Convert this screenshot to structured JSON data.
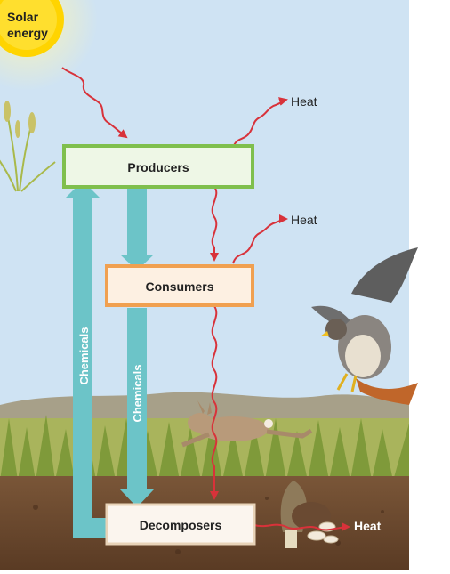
{
  "labels": {
    "solar_line1": "Solar",
    "solar_line2": "energy",
    "heat_1": "Heat",
    "heat_2": "Heat",
    "heat_3": "Heat",
    "producers": "Producers",
    "consumers": "Consumers",
    "decomposers": "Decomposers",
    "chemicals_1": "Chemicals",
    "chemicals_2": "Chemicals"
  },
  "colors": {
    "sky": "#cfe3f3",
    "sun": "#ffd400",
    "energy_arrow": "#d8323a",
    "chemical_arrow": "#6cc4c8",
    "producers_border": "#7fbf4d",
    "producers_fill": "#eef7e6",
    "consumers_border": "#f0a050",
    "consumers_fill": "#fdf0e2",
    "decomposers_border": "#e8d3b8",
    "decomposers_fill": "#fbf5ee",
    "soil": "#6b4a30"
  },
  "icons": [
    "sun-icon",
    "wheat-icon",
    "hawk-icon",
    "rabbit-icon",
    "mushroom-icon",
    "grubs-icon"
  ]
}
